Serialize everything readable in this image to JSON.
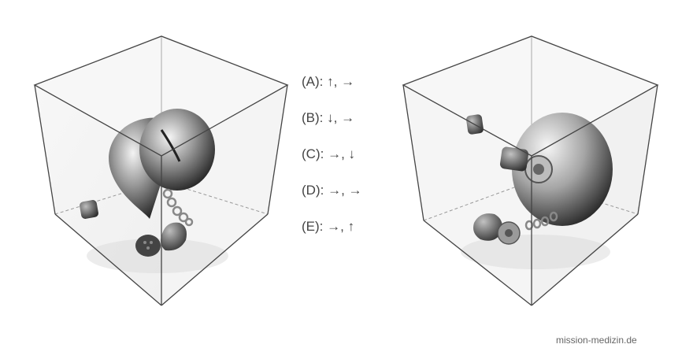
{
  "options": [
    {
      "label": "(A):",
      "answer": "↑, →"
    },
    {
      "label": "(B):",
      "answer": "↓, →"
    },
    {
      "label": "(C):",
      "answer": "→, ↓"
    },
    {
      "label": "(D):",
      "answer": "→, →"
    },
    {
      "label": "(E):",
      "answer": "→, ↑"
    }
  ],
  "watermark": "mission-medizin.de"
}
